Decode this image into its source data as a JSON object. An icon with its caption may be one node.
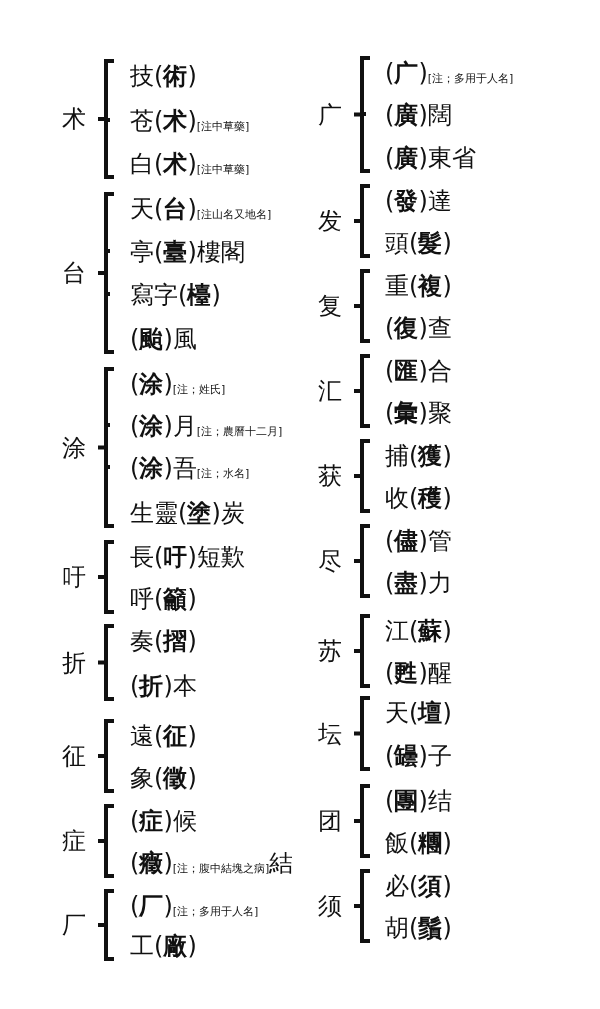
{
  "diagram": {
    "labels": [
      "术",
      "技(**術**)",
      "苍(**术**)",
      "[注中草藥]",
      "白(**术**)",
      "[注中草藥]",
      "台",
      "天(**台**)",
      "[注山名又地名]",
      "亭(**臺**)樓閣",
      "寫字(**檯**)",
      "(**颱**)風",
      "涂",
      "(**涂**)",
      "[注；姓氏]",
      "(**涂**)月",
      "[注；農曆十二月]",
      "(**涂**)吾",
      "[注；水名]",
      "生靈(**塗**)炭",
      "吁",
      "長(**吁**)短歎",
      "呼(**籲**)",
      "折",
      "奏(**摺**)",
      "(**折**)本",
      "征",
      "遠(**征**)",
      "象(**徵**)",
      "症",
      "(**症**)候",
      "(**癥**)",
      "[注；腹中結塊之病]",
      "結",
      "厂",
      "(**厂**)",
      "[注；多用于人名]",
      "工(**廠**)",
      "广",
      "(**广**)",
      "[注；多用于人名]",
      "(**廣**)闊",
      "(**廣**)東省",
      "发",
      "(**發**)達",
      "頭(**髮**)",
      "复",
      "重(**複**)",
      "(**復**)查",
      "汇",
      "(**匯**)合",
      "(**彙**)聚",
      "获",
      "捕(**獲**)",
      "收(**穫**)",
      "尽",
      "(**儘**)管",
      "(**盡**)力",
      "苏",
      "江(**蘇**)",
      "(**甦**)醒",
      "坛",
      "天(**壇**)",
      "(**罎**)子",
      "团",
      "(**團**)结",
      "飯(**糰**)",
      "须",
      "必(**須**)",
      "胡(**鬚**)"
    ]
  }
}
